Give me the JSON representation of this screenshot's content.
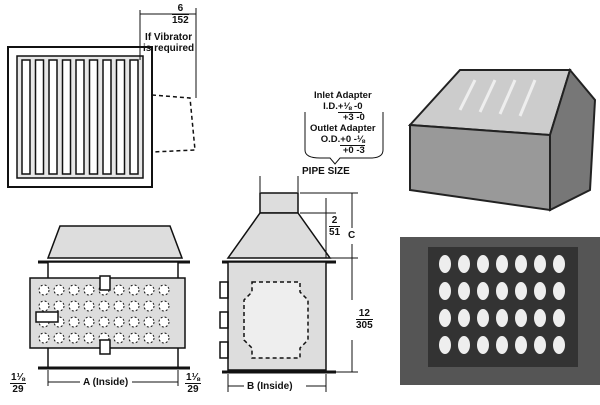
{
  "top_view": {
    "vibrator_dim": {
      "imperial": "6",
      "metric": "152"
    },
    "vibrator_note_line1": "If Vibrator",
    "vibrator_note_line2": "is required"
  },
  "adapter_note": {
    "inlet_title": "Inlet Adapter",
    "inlet_id_label": "I.D.",
    "inlet_imperial": "+⅛ -0",
    "inlet_metric": "+3 -0",
    "outlet_title": "Outlet Adapter",
    "outlet_od_label": "O.D.",
    "outlet_imperial": "+0 -⅛",
    "outlet_metric": "+0 -3"
  },
  "side_view": {
    "pipe_size_label": "PIPE SIZE",
    "dim_c_label": "C",
    "dim_2": {
      "imperial": "2",
      "metric": "51"
    },
    "dim_12": {
      "imperial": "12",
      "metric": "305"
    },
    "width_label": "B (Inside)"
  },
  "front_view": {
    "width_label": "A (Inside)",
    "left_flange": {
      "imperial": "1⅛",
      "metric": "29"
    },
    "right_flange": {
      "imperial": "1⅛",
      "metric": "29"
    }
  },
  "colors": {
    "ink": "#111111",
    "fill": "#d9d9d9",
    "photo": "#888888"
  }
}
